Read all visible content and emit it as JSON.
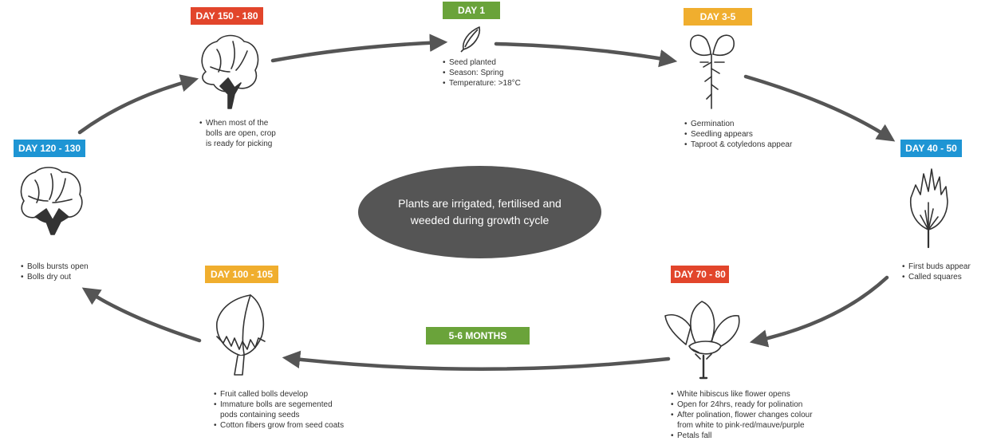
{
  "colors": {
    "green": "#6aa33a",
    "orange": "#f0ae2e",
    "blue": "#1e95d4",
    "red": "#e2452b",
    "arrow": "#555555",
    "center": "#555555"
  },
  "center_text": "Plants are irrigated, fertilised and weeded during growth cycle",
  "duration_label": "5-6 MONTHS",
  "stages": [
    {
      "day": "DAY 1",
      "icon": "seed-icon",
      "notes": [
        "Seed planted",
        "Season: Spring",
        "Temperature: >18°C"
      ]
    },
    {
      "day": "DAY 3-5",
      "icon": "seedling-icon",
      "notes": [
        "Germination",
        "Seedling appears",
        "Taproot & cotyledons appear"
      ]
    },
    {
      "day": "DAY 40 - 50",
      "icon": "bud-icon",
      "notes": [
        "First buds appear",
        "Called squares"
      ]
    },
    {
      "day": "DAY 70 - 80",
      "icon": "flower-icon",
      "notes": [
        "White hibiscus like flower opens",
        "Open for 24hrs, ready for polination",
        "After polination, flower changes colour",
        "from white to pink-red/mauve/purple",
        "Petals fall"
      ]
    },
    {
      "day": "DAY 100 - 105",
      "icon": "boll-icon",
      "notes": [
        "Fruit called bolls develop",
        "Immature bolls are segemented",
        "pods containing seeds",
        "Cotton fibers grow from seed coats"
      ]
    },
    {
      "day": "DAY 120 - 130",
      "icon": "open-boll-icon",
      "notes": [
        "Bolls bursts open",
        "Bolls dry out"
      ]
    },
    {
      "day": "DAY 150 - 180",
      "icon": "cotton-ready-icon",
      "notes": [
        "When most of the",
        "bolls are open, crop",
        "is ready for picking"
      ]
    }
  ]
}
